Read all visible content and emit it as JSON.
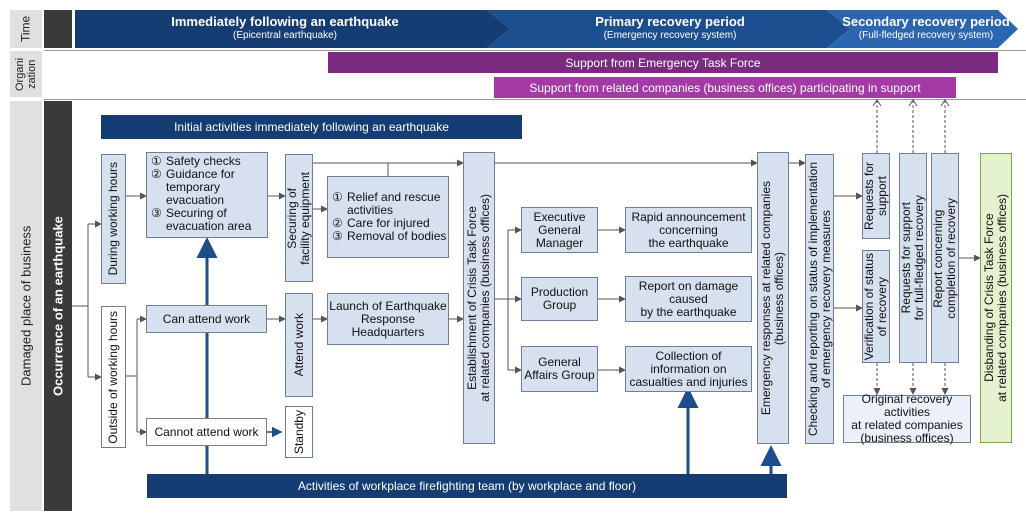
{
  "header": {
    "time_label": "Time",
    "org_label": "Organi\nzation",
    "phases": [
      {
        "title": "Immediately following an earthquake",
        "subtitle": "(Epicentral earthquake)",
        "color": "#153d73"
      },
      {
        "title": "Primary recovery period",
        "subtitle": "(Emergency recovery system)",
        "color": "#1c4f8f"
      },
      {
        "title": "Secondary recovery period",
        "subtitle": "(Full-fledged recovery system)",
        "color": "#2d66b0"
      }
    ]
  },
  "organization": {
    "task_force": "Support from Emergency Task Force",
    "related_companies": "Support from related companies (business offices) participating in support",
    "task_force_color": "#7a2b80",
    "related_color": "#a33aa6"
  },
  "side": {
    "damaged_place": "Damaged place of business",
    "occurrence": "Occurrence of an earthquake"
  },
  "banners": {
    "initial_activities": "Initial activities immediately following an earthquake",
    "firefighting": "Activities of workplace firefighting team (by workplace and floor)",
    "color": "#153d73"
  },
  "boxes": {
    "during_hours": "During working hours",
    "outside_hours": "Outside of working hours",
    "safety_items": [
      {
        "num": "①",
        "text": "Safety checks"
      },
      {
        "num": "②",
        "text": "Guidance for temporary evacuation"
      },
      {
        "num": "③",
        "text": "Securing of evacuation area"
      }
    ],
    "can_attend": "Can attend work",
    "cannot_attend": "Cannot attend work",
    "securing_facility": "Securing of\nfacility equipment",
    "attend_work": "Attend work",
    "standby": "Standby",
    "relief_items": [
      {
        "num": "①",
        "text": "Relief and rescue activities"
      },
      {
        "num": "②",
        "text": "Care for injured"
      },
      {
        "num": "③",
        "text": "Removal of bodies"
      }
    ],
    "launch_hq": "Launch of Earthquake\nResponse\nHeadquarters",
    "establishment": "Establishment of Crisis Task Force\nat related companies (business offices)",
    "executive_manager": "Executive\nGeneral\nManager",
    "production_group": "Production\nGroup",
    "general_affairs": "General\nAffairs Group",
    "rapid_announcement": "Rapid announcement\nconcerning\nthe earthquake",
    "report_damage": "Report on damage\ncaused\nby the earthquake",
    "collection_info": "Collection of\ninformation on\ncasualties and injuries",
    "emergency_responses": "Emergency responses at related companies\n(business offices)",
    "checking_reporting": "Checking and reporting on status of implementation\nof emergency recovery measures",
    "requests_support": "Requests for\nsupport",
    "verification_status": "Verification of status\nof recovery",
    "requests_full": "Requests for support\nfor full-fledged recovery",
    "report_completion": "Report concerning\ncompletion of recovery",
    "original_recovery": "Original recovery activities\nat related companies\n(business offices)",
    "disbanding": "Disbanding of Crisis Task Force\nat related companies (business offices)"
  }
}
